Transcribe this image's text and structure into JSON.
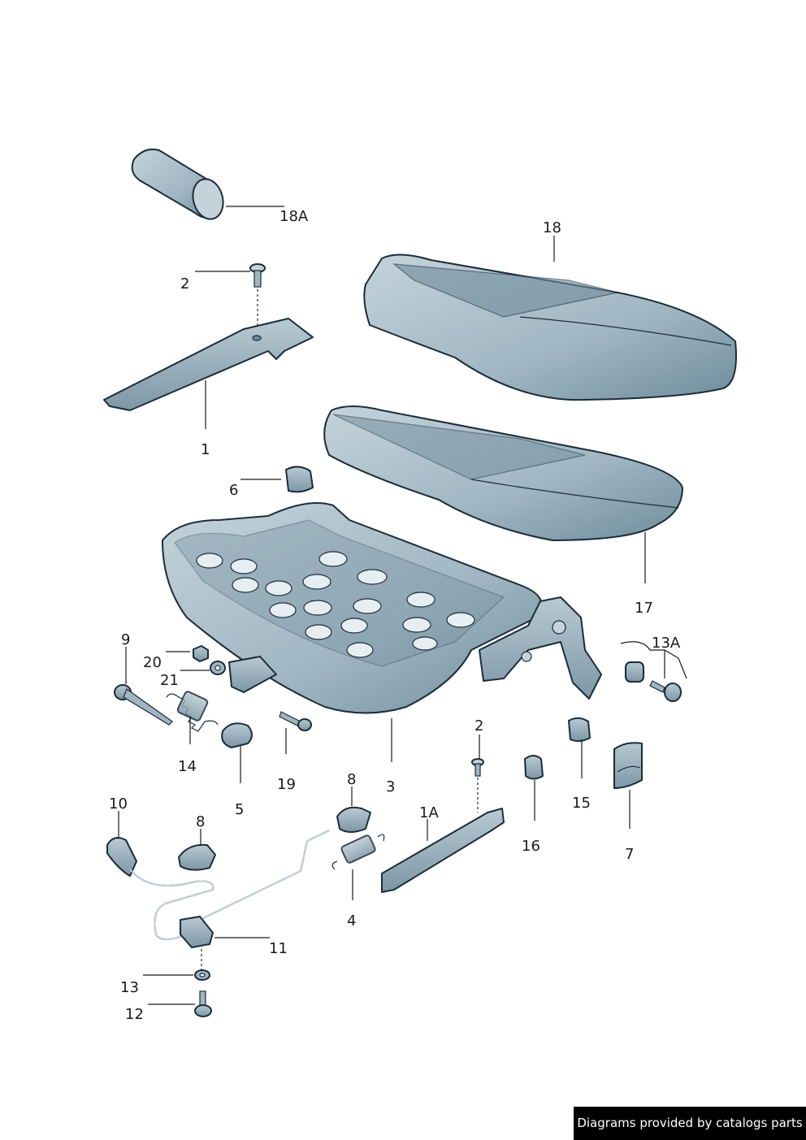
{
  "labels": {
    "p18a": "18A",
    "p18": "18",
    "p2_top": "2",
    "p1": "1",
    "p6": "6",
    "p17": "17",
    "p9": "9",
    "p20": "20",
    "p21": "21",
    "p13a": "13A",
    "p14": "14",
    "p5": "5",
    "p19": "19",
    "p3": "3",
    "p2_bottom": "2",
    "p15": "15",
    "p16": "16",
    "p7": "7",
    "p10": "10",
    "p8_left": "8",
    "p8_mid": "8",
    "p1a": "1A",
    "p4": "4",
    "p11": "11",
    "p13": "13",
    "p12": "12"
  },
  "credit": "Diagrams provided by catalogs parts",
  "colors": {
    "part_fill": "#9fb6c2",
    "part_light": "#c4d3da",
    "part_dark": "#6f8c9b",
    "outline": "#1b2c3a"
  }
}
